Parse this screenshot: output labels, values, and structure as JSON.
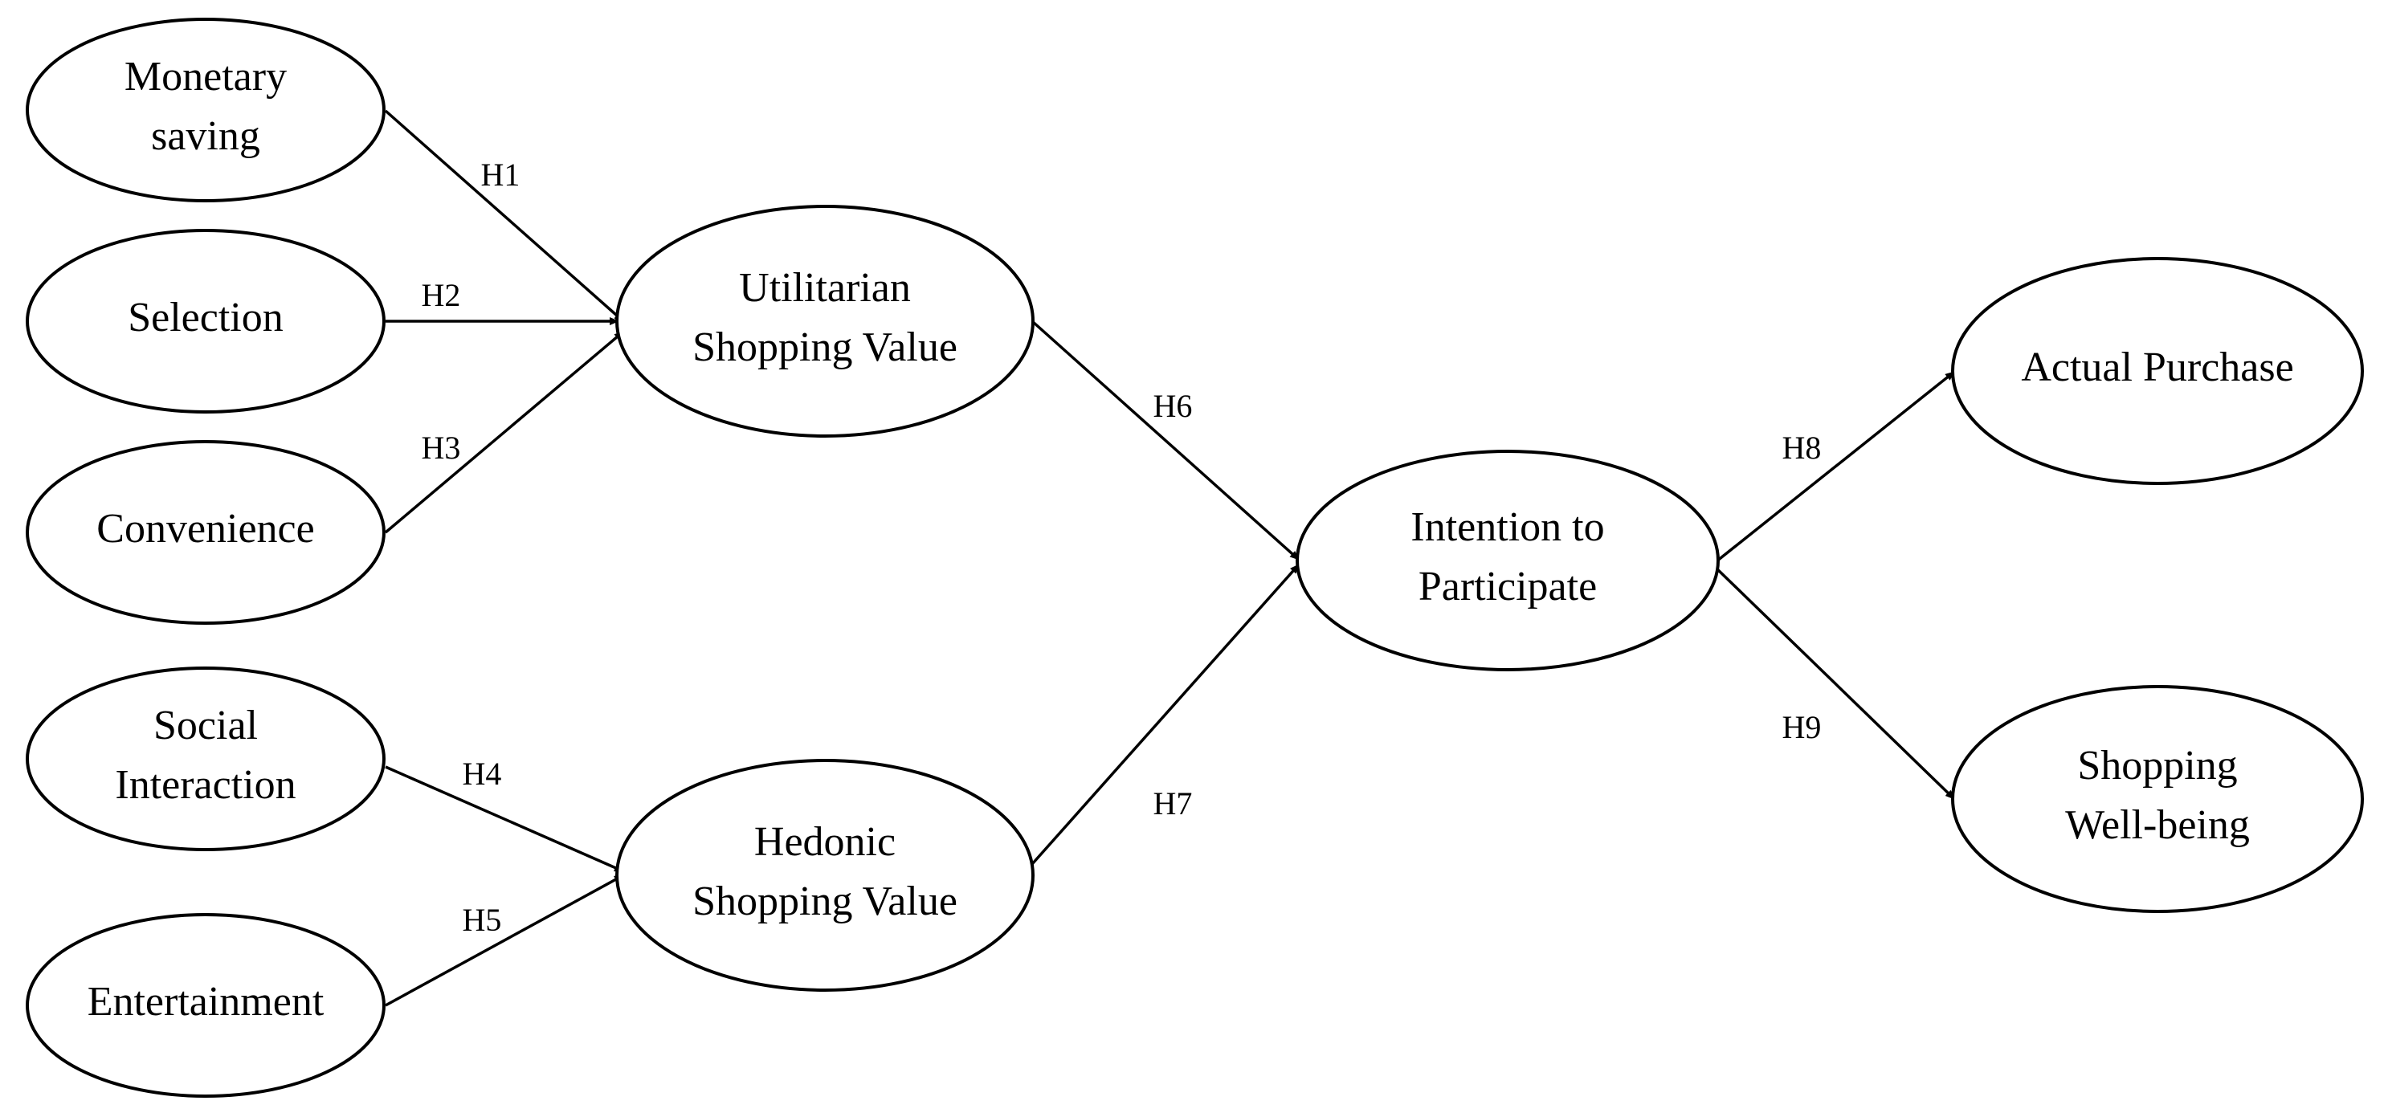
{
  "nodes": [
    {
      "id": "monetary-saving",
      "lines": [
        "Monetary",
        "saving"
      ]
    },
    {
      "id": "selection",
      "lines": [
        "Selection"
      ]
    },
    {
      "id": "convenience",
      "lines": [
        "Convenience"
      ]
    },
    {
      "id": "social-interaction",
      "lines": [
        "Social",
        "Interaction"
      ]
    },
    {
      "id": "entertainment",
      "lines": [
        "Entertainment"
      ]
    },
    {
      "id": "utilitarian-shopping-value",
      "lines": [
        "Utilitarian",
        "Shopping Value"
      ]
    },
    {
      "id": "hedonic-shopping-value",
      "lines": [
        "Hedonic",
        "Shopping Value"
      ]
    },
    {
      "id": "intention-to-participate",
      "lines": [
        "Intention to",
        "Participate"
      ]
    },
    {
      "id": "actual-purchase",
      "lines": [
        "Actual Purchase"
      ]
    },
    {
      "id": "shopping-well-being",
      "lines": [
        "Shopping",
        "Well-being"
      ]
    }
  ],
  "edges": [
    {
      "id": "h1",
      "label": "H1",
      "from": "monetary-saving",
      "to": "utilitarian-shopping-value"
    },
    {
      "id": "h2",
      "label": "H2",
      "from": "selection",
      "to": "utilitarian-shopping-value"
    },
    {
      "id": "h3",
      "label": "H3",
      "from": "convenience",
      "to": "utilitarian-shopping-value"
    },
    {
      "id": "h4",
      "label": "H4",
      "from": "social-interaction",
      "to": "hedonic-shopping-value"
    },
    {
      "id": "h5",
      "label": "H5",
      "from": "entertainment",
      "to": "hedonic-shopping-value"
    },
    {
      "id": "h6",
      "label": "H6",
      "from": "utilitarian-shopping-value",
      "to": "intention-to-participate"
    },
    {
      "id": "h7",
      "label": "H7",
      "from": "hedonic-shopping-value",
      "to": "intention-to-participate"
    },
    {
      "id": "h8",
      "label": "H8",
      "from": "intention-to-participate",
      "to": "actual-purchase"
    },
    {
      "id": "h9",
      "label": "H9",
      "from": "intention-to-participate",
      "to": "shopping-well-being"
    }
  ]
}
